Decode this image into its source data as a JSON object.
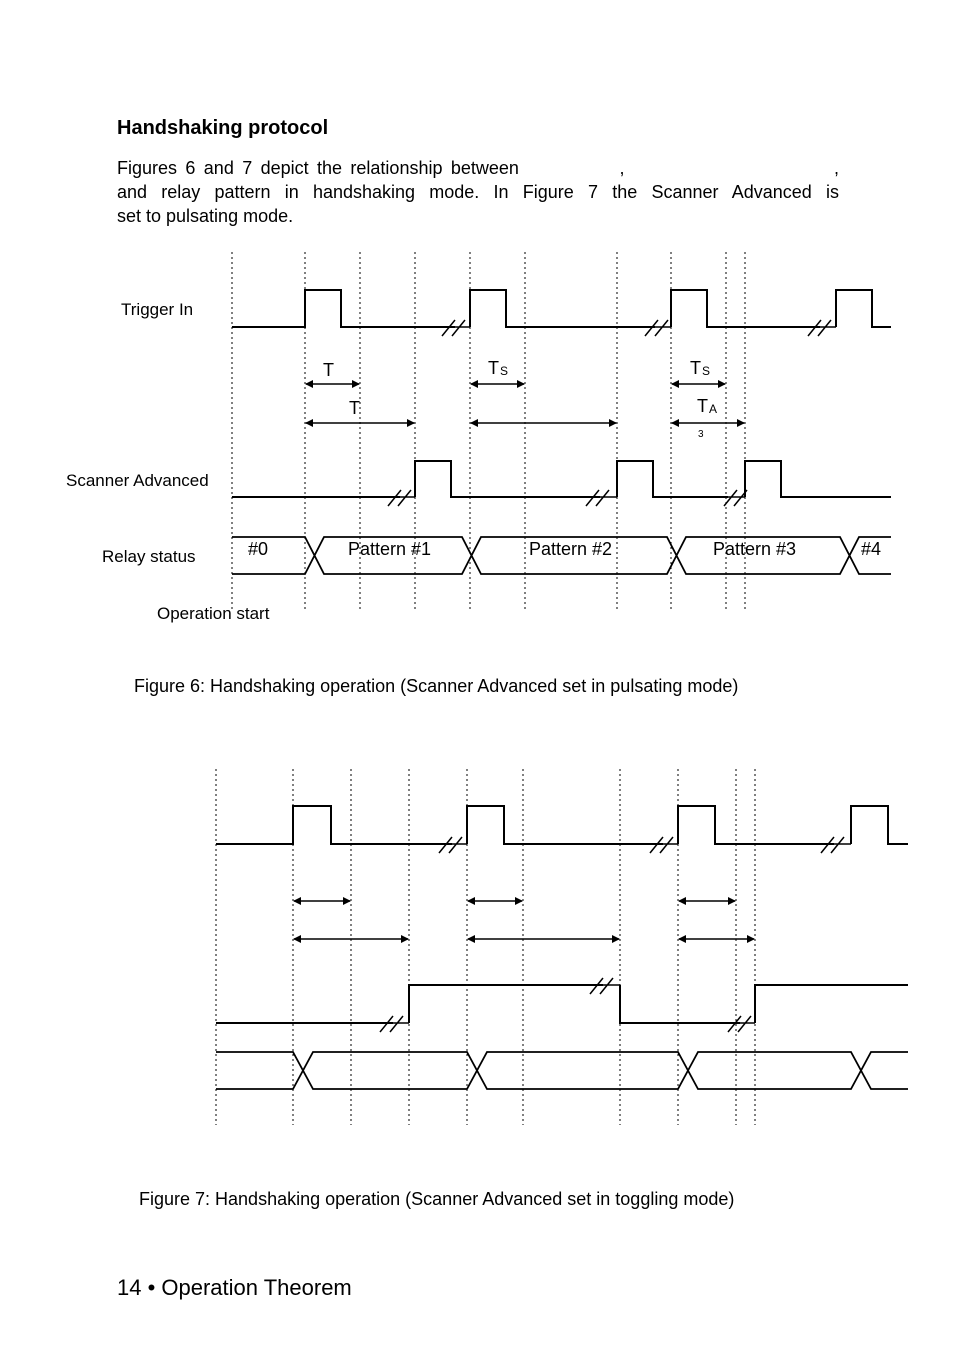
{
  "heading": "Handshaking protocol",
  "paragraph": {
    "line1": "Figures 6 and 7 depict the relationship between            ,                         ,",
    "line2": "and relay pattern in handshaking mode. In Figure 7 the Scanner Advanced is",
    "line3": "set to pulsating mode."
  },
  "figure6": {
    "labels": {
      "trigger_in": "Trigger In",
      "scanner_advanced": "Scanner Advanced",
      "relay_status": "Relay status",
      "operation_start": "Operation start"
    },
    "timing_marks": {
      "t1": "T",
      "t2": "T",
      "ts1": "T",
      "ts1_sub": "S",
      "ts2": "T",
      "ts2_sub": "S",
      "ta": "T",
      "ta_sub": "A",
      "ta_frag": "3"
    },
    "relay_patterns": [
      "#0",
      "Pattern #1",
      "Pattern #2",
      "Pattern #3",
      "#4"
    ],
    "caption": "Figure 6: Handshaking operation (Scanner Advanced set in pulsating mode)"
  },
  "figure7": {
    "caption": "Figure 7: Handshaking operation (Scanner Advanced set in toggling mode)"
  },
  "footer": "14 • Operation Theorem"
}
